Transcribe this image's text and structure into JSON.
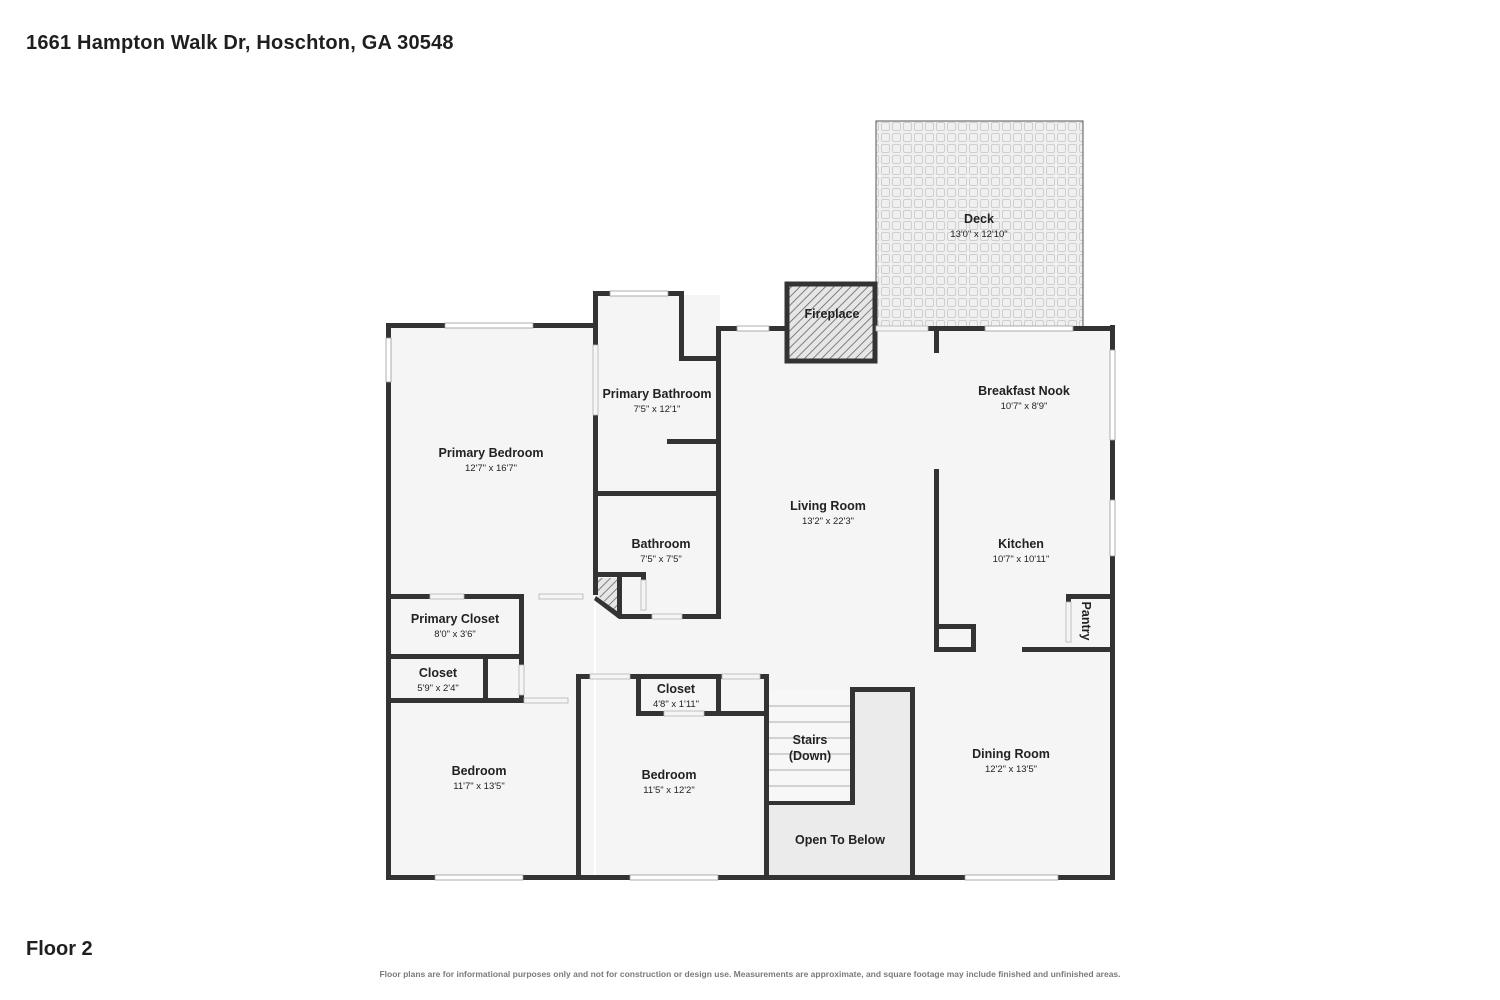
{
  "address": "1661 Hampton Walk Dr, Hoschton, GA 30548",
  "floor_label": "Floor 2",
  "disclaimer": "Floor plans are for informational purposes only and not for construction or design use. Measurements are approximate, and square footage may include finished and unfinished areas.",
  "colors": {
    "wall": "#333333",
    "floor": "#f5f5f5",
    "deck": "#f0f0f0",
    "open_to_below": "#ebebeb",
    "window": "#ffffff"
  },
  "rooms": {
    "deck": {
      "name": "Deck",
      "dims": "13'0\" x 12'10\""
    },
    "fireplace": {
      "name": "Fireplace"
    },
    "primary_bathroom": {
      "name": "Primary Bathroom",
      "dims": "7'5\" x 12'1\""
    },
    "breakfast_nook": {
      "name": "Breakfast Nook",
      "dims": "10'7\" x 8'9\""
    },
    "primary_bedroom": {
      "name": "Primary Bedroom",
      "dims": "12'7\" x 16'7\""
    },
    "living_room": {
      "name": "Living Room",
      "dims": "13'2\" x 22'3\""
    },
    "bathroom": {
      "name": "Bathroom",
      "dims": "7'5\" x 7'5\""
    },
    "kitchen": {
      "name": "Kitchen",
      "dims": "10'7\" x 10'11\""
    },
    "pantry": {
      "name": "Pantry"
    },
    "primary_closet": {
      "name": "Primary Closet",
      "dims": "8'0\" x 3'6\""
    },
    "closet_left": {
      "name": "Closet",
      "dims": "5'9\" x 2'4\""
    },
    "closet_mid": {
      "name": "Closet",
      "dims": "4'8\" x 1'11\""
    },
    "stairs": {
      "name_line1": "Stairs",
      "name_line2": "(Down)"
    },
    "bedroom_left": {
      "name": "Bedroom",
      "dims": "11'7\" x 13'5\""
    },
    "bedroom_mid": {
      "name": "Bedroom",
      "dims": "11'5\" x 12'2\""
    },
    "dining_room": {
      "name": "Dining Room",
      "dims": "12'2\" x 13'5\""
    },
    "open_to_below": {
      "name": "Open To Below"
    }
  }
}
